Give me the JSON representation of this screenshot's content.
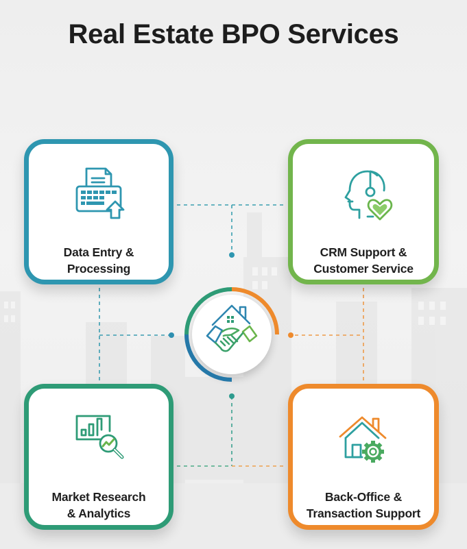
{
  "title": "Real Estate BPO Services",
  "colors": {
    "teal_blue": "#2e96b0",
    "lime_green": "#72b54c",
    "emerald": "#2e9b76",
    "orange": "#ee8a2c",
    "title_text": "#1d1d1d",
    "background": "#f0f0f0"
  },
  "hub": {
    "icon": "house-handshake-icon",
    "ring_segments": [
      "green",
      "orange",
      "blue"
    ]
  },
  "services": [
    {
      "position": "top-left",
      "icon": "document-keyboard-upload-icon",
      "line1": "Data Entry &",
      "line2": "Processing",
      "color": "#2e96b0"
    },
    {
      "position": "top-right",
      "icon": "headset-heart-icon",
      "line1": "CRM Support &",
      "line2": "Customer Service",
      "color": "#72b54c"
    },
    {
      "position": "bottom-left",
      "icon": "chart-magnifier-icon",
      "line1": "Market Research",
      "line2": "& Analytics",
      "color": "#2e9b76"
    },
    {
      "position": "bottom-right",
      "icon": "house-gear-icon",
      "line1": "Back-Office &",
      "line2": "Transaction Support",
      "color": "#ee8a2c"
    }
  ]
}
